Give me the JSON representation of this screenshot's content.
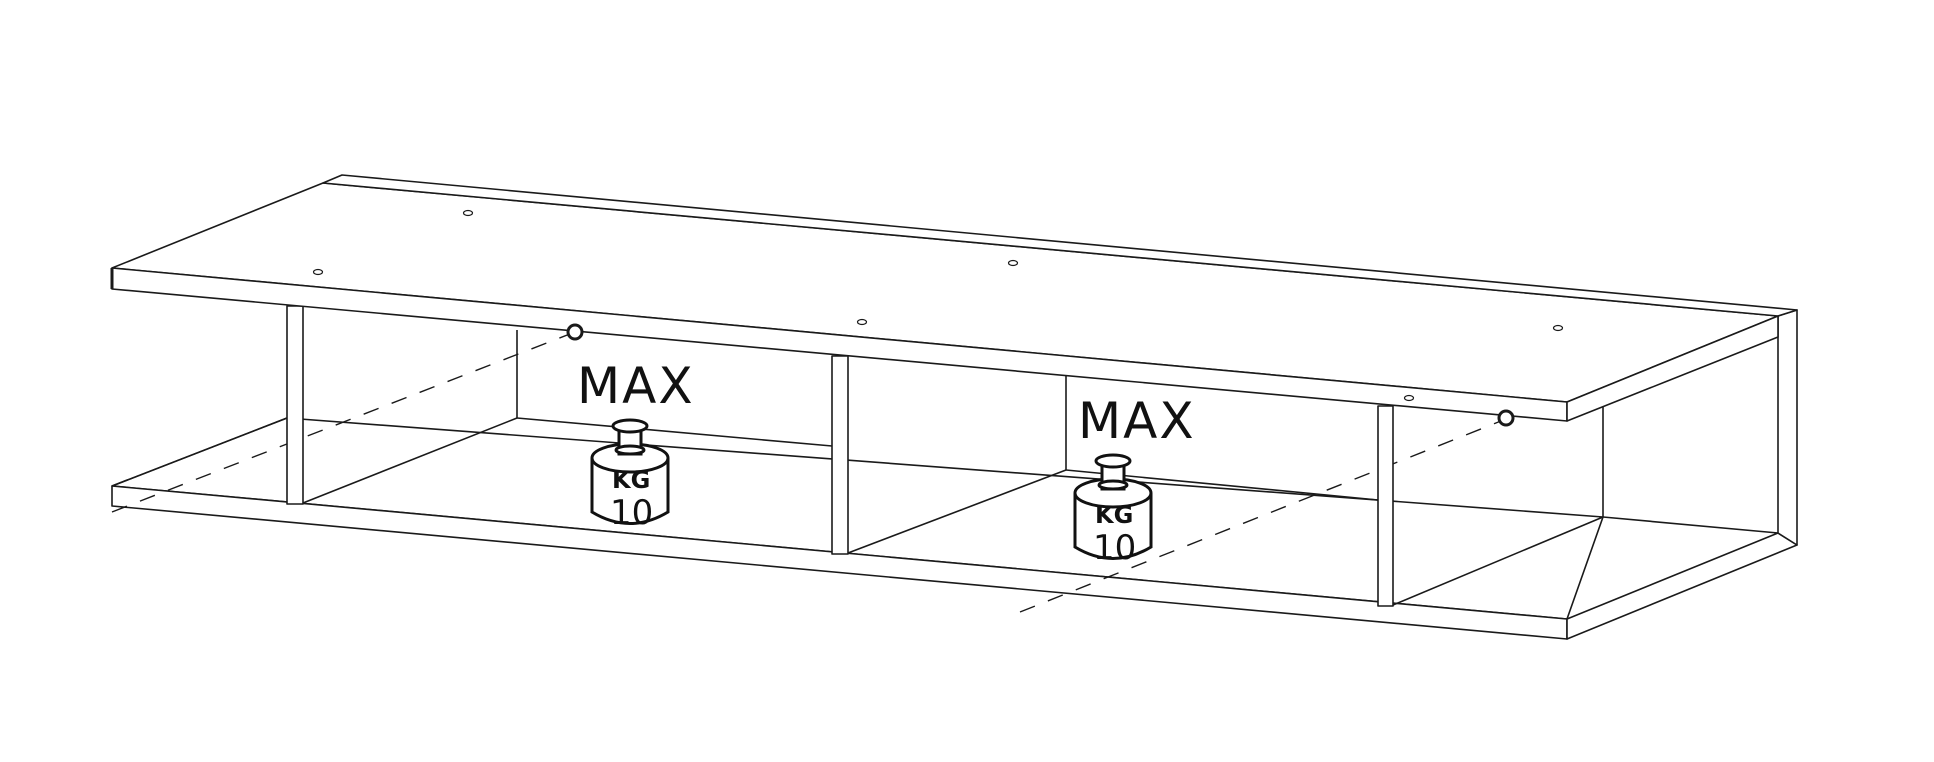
{
  "diagram": {
    "type": "assembly-illustration",
    "subject": "wall-mounted open shelf unit with three compartments",
    "load_labels": [
      {
        "max": "MAX",
        "unit": "KG",
        "value": "10"
      },
      {
        "max": "MAX",
        "unit": "KG",
        "value": "10"
      }
    ],
    "colors": {
      "line": "#1a1a1a",
      "background": "#ffffff"
    }
  }
}
